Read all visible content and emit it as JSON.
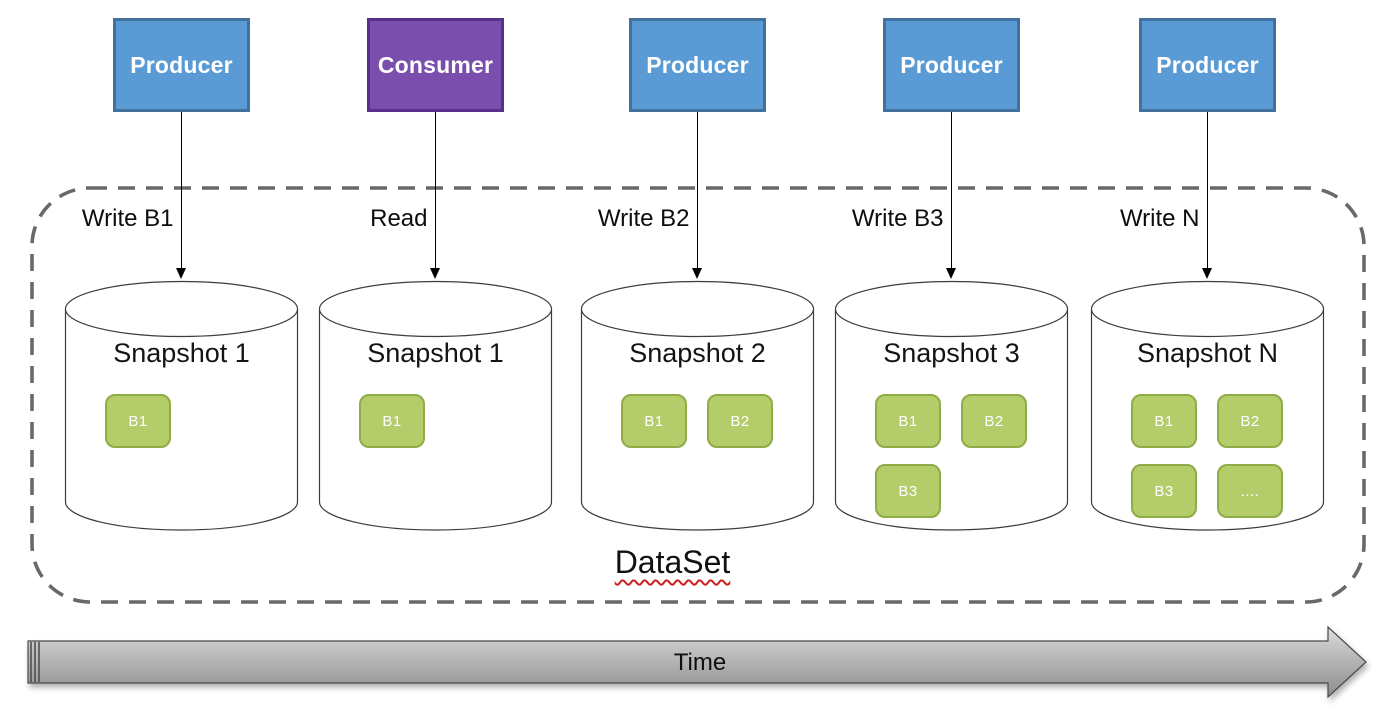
{
  "stations": [
    {
      "role": "Producer",
      "action": "Write B1",
      "snapshot": "Snapshot 1",
      "blocks": [
        "B1"
      ]
    },
    {
      "role": "Consumer",
      "action": "Read",
      "snapshot": "Snapshot 1",
      "blocks": [
        "B1"
      ]
    },
    {
      "role": "Producer",
      "action": "Write B2",
      "snapshot": "Snapshot 2",
      "blocks": [
        "B1",
        "B2"
      ]
    },
    {
      "role": "Producer",
      "action": "Write B3",
      "snapshot": "Snapshot 3",
      "blocks": [
        "B1",
        "B2",
        "B3"
      ]
    },
    {
      "role": "Producer",
      "action": "Write N",
      "snapshot": "Snapshot N",
      "blocks": [
        "B1",
        "B2",
        "B3",
        "...."
      ]
    }
  ],
  "dataset_label": "DataSet",
  "time_label": "Time",
  "colors": {
    "producer_fill": "#5B9BD5",
    "producer_border": "#41719C",
    "consumer_fill": "#7A4EAD",
    "consumer_border": "#563089",
    "block_fill": "#B5CC6B",
    "block_border": "#8FAC47",
    "dashed_border": "#696969",
    "time_arrow_gray": "#ADADAD"
  }
}
